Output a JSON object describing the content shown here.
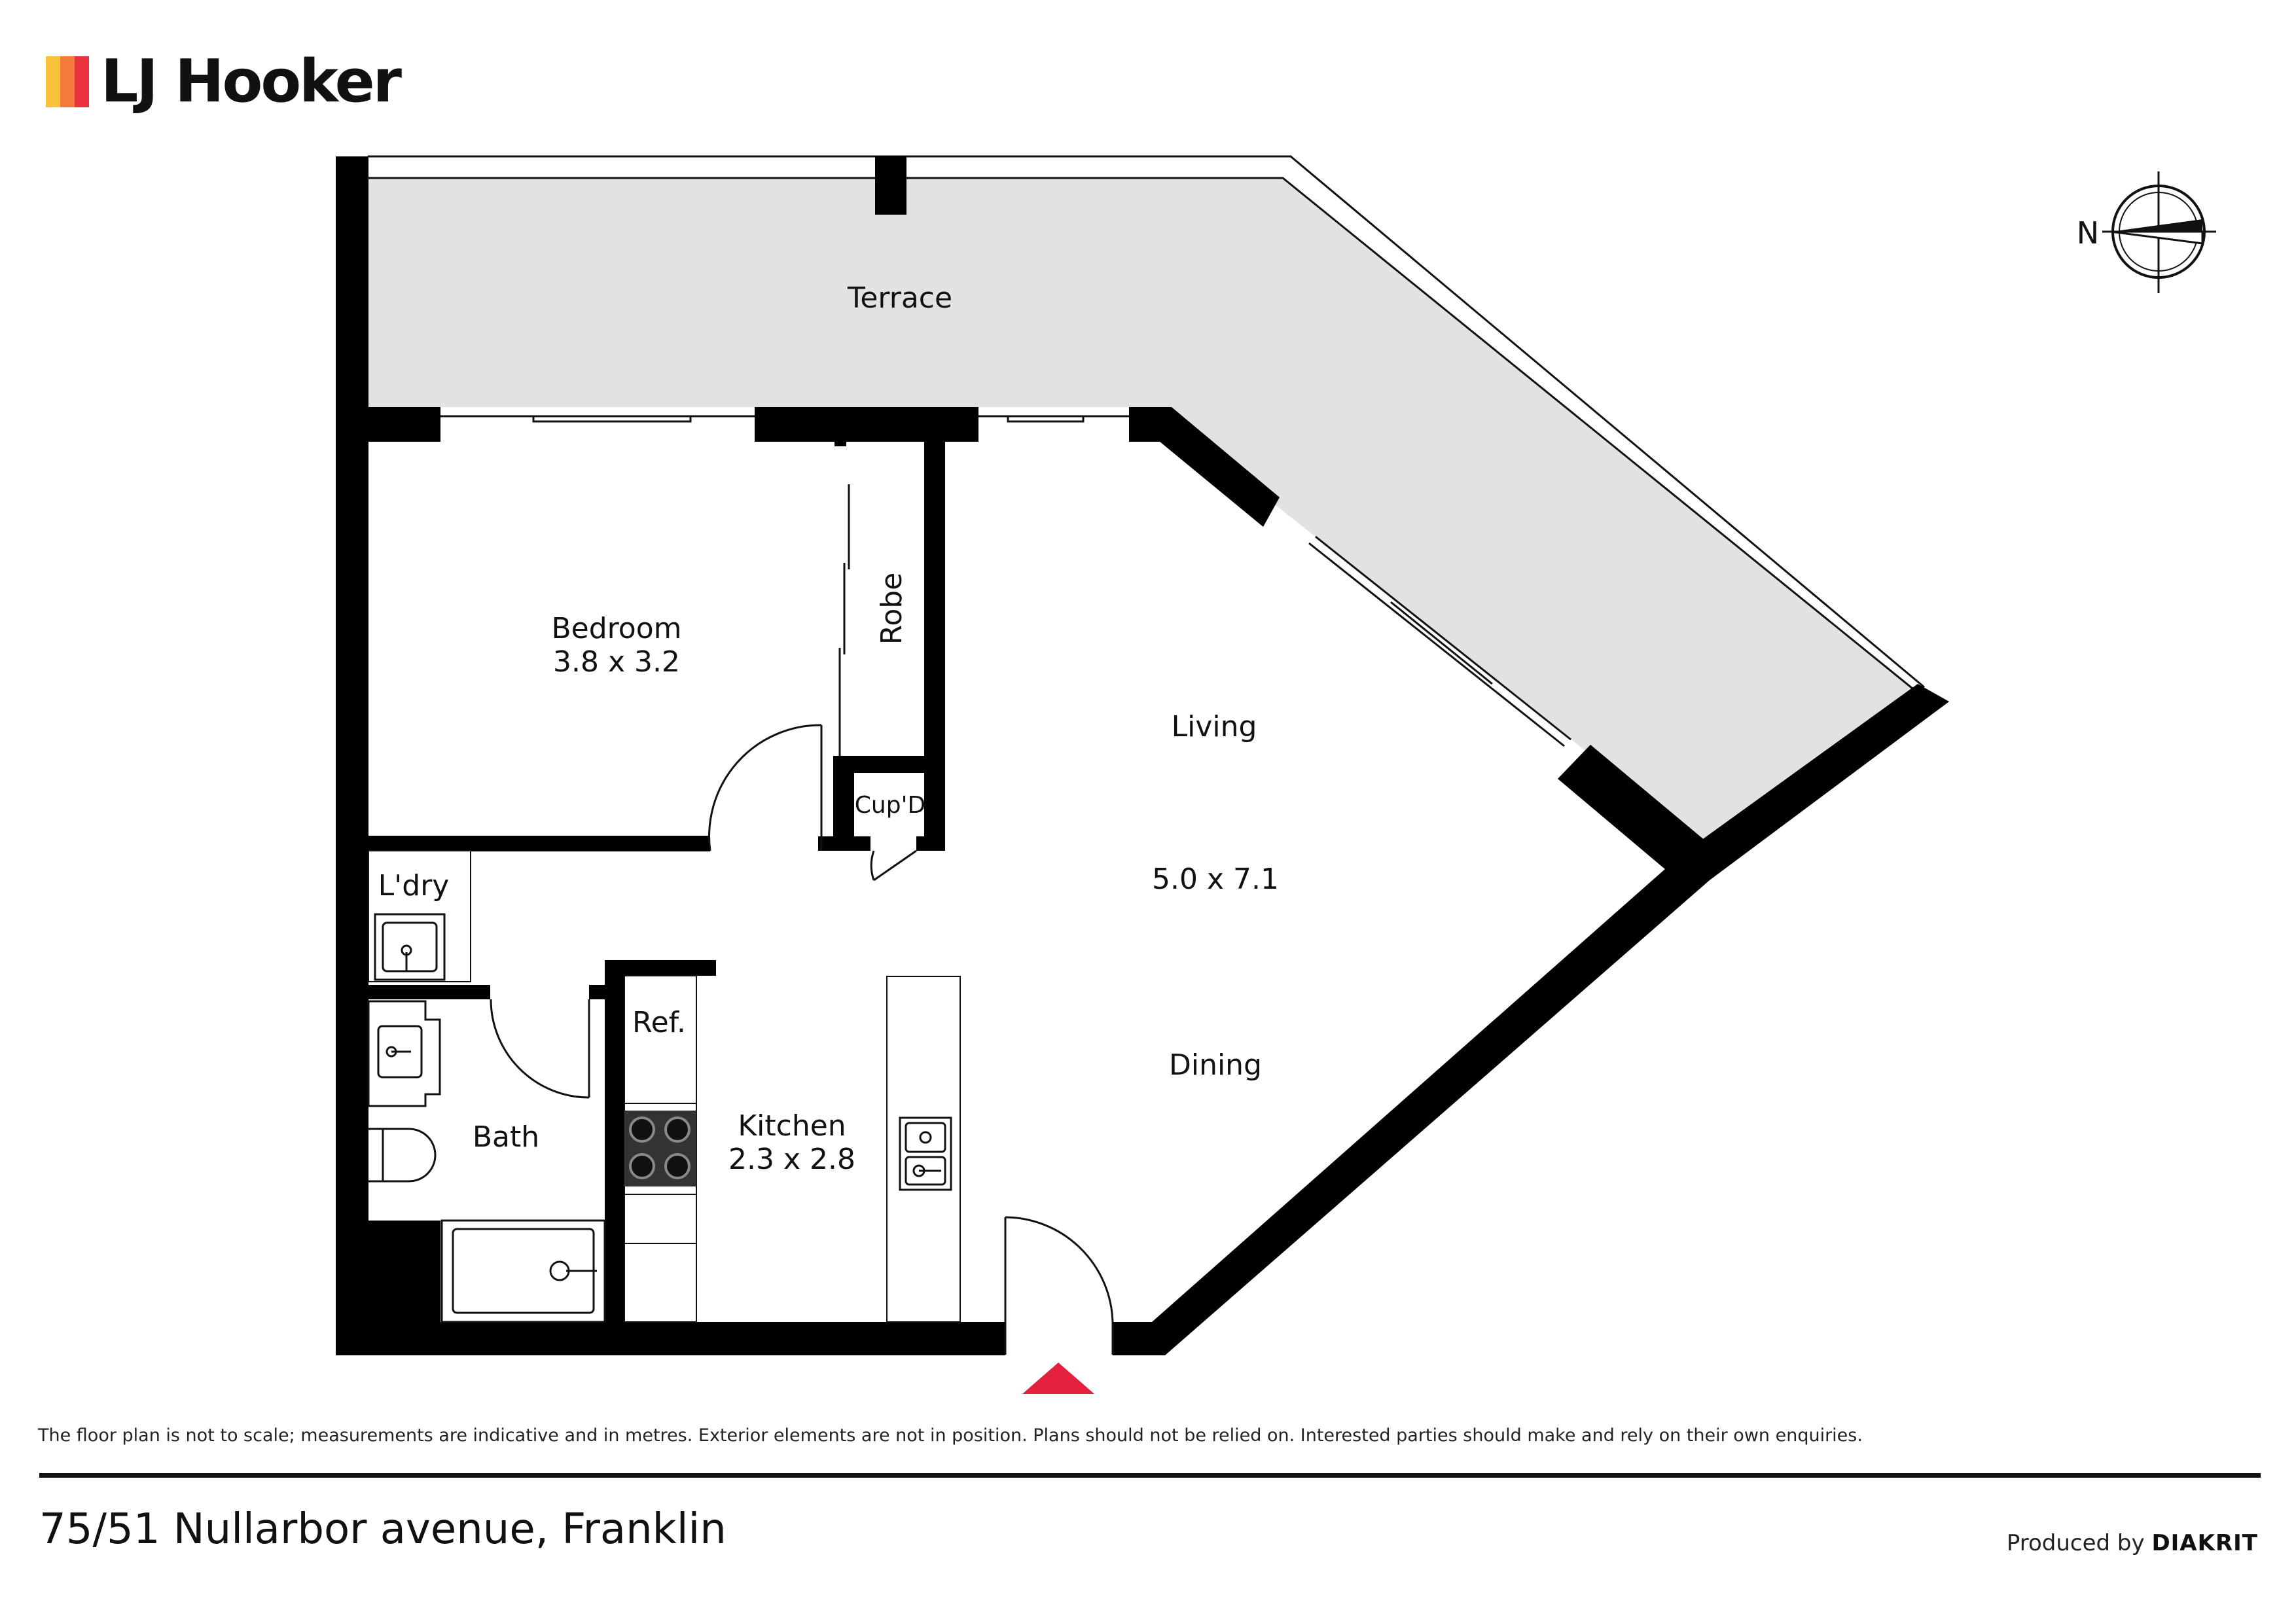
{
  "logo": {
    "text": "LJ Hooker",
    "colors": [
      "#F9C23C",
      "#F47A3A",
      "#E8343E"
    ]
  },
  "compass": {
    "label": "N"
  },
  "rooms": {
    "terrace": "Terrace",
    "bedroom": "Bedroom",
    "bedroom_size": "3.8 x 3.2",
    "robe": "Robe",
    "cupboard": "Cup'D",
    "living": "Living",
    "living_size": "5.0 x 7.1",
    "dining": "Dining",
    "laundry": "L'dry",
    "bath": "Bath",
    "fridge": "Ref.",
    "kitchen": "Kitchen",
    "kitchen_size": "2.3 x 2.8"
  },
  "colors": {
    "wall": "#000000",
    "terrace_fill": "#E2E2E2",
    "entry_marker": "#E4213C"
  },
  "disclaimer": "The floor plan is not to scale; measurements are indicative and in metres. Exterior elements are not in position. Plans should not be relied on. Interested parties should make and rely on their own enquiries.",
  "address": "75/51 Nullarbor avenue, Franklin",
  "credit": {
    "prefix": "Produced by",
    "brand": "DIAKRIT"
  }
}
